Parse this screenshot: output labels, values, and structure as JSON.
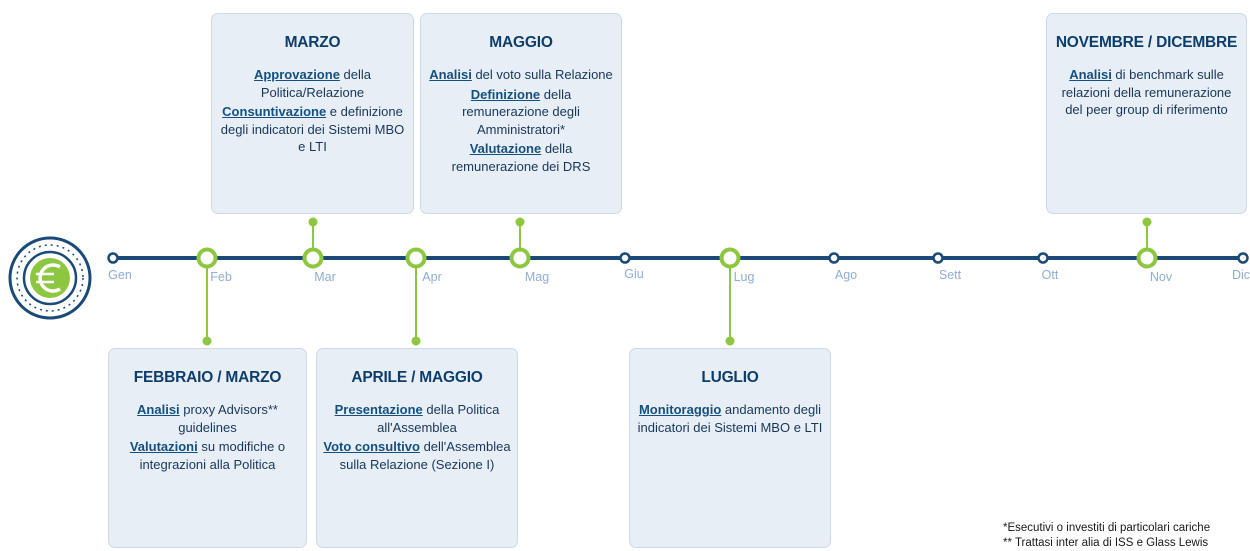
{
  "months": [
    "Gen",
    "Feb",
    "Mar",
    "Apr",
    "Mag",
    "Giu",
    "Lug",
    "Ago",
    "Sett",
    "Ott",
    "Nov",
    "Dic"
  ],
  "cards": {
    "marzo": {
      "title": "MARZO",
      "items": [
        {
          "kw": "Approvazione",
          "text": " della Politica/Relazione"
        },
        {
          "kw": "Consuntivazione",
          "text": " e definizione degli indicatori dei Sistemi MBO e LTI"
        }
      ]
    },
    "maggio": {
      "title": "MAGGIO",
      "items": [
        {
          "kw": "Analisi",
          "text": " del voto sulla Relazione"
        },
        {
          "kw": "Definizione",
          "text": " della remunerazione degli Amministratori*"
        },
        {
          "kw": "Valutazione",
          "text": " della remunerazione dei DRS"
        }
      ]
    },
    "novdic": {
      "title": "NOVEMBRE / DICEMBRE",
      "items": [
        {
          "kw": "Analisi",
          "text": " di benchmark sulle relazioni della remunerazione del peer group di riferimento"
        }
      ]
    },
    "febmar": {
      "title": "FEBBRAIO / MARZO",
      "items": [
        {
          "kw": "Analisi",
          "text": " proxy Advisors** guidelines"
        },
        {
          "kw": "Valutazioni",
          "text": " su modifiche o integrazioni alla Politica"
        }
      ]
    },
    "aprmag": {
      "title": "APRILE / MAGGIO",
      "items": [
        {
          "kw": "Presentazione",
          "text": " della Politica all'Assemblea"
        },
        {
          "kw": "Voto consultivo",
          "text": " dell'Assemblea sulla Relazione (Sezione I)"
        }
      ]
    },
    "luglio": {
      "title": "LUGLIO",
      "items": [
        {
          "kw": "Monitoraggio",
          "text": " andamento degli indicatori dei Sistemi MBO e LTI"
        }
      ]
    }
  },
  "footnotes": {
    "note1": "*Esecutivi o investiti di particolari cariche",
    "note2": "** Trattasi inter alia di ISS e Glass Lewis"
  },
  "icon": "euro-coin-icon",
  "colors": {
    "timeline": "#1b4a78",
    "accent": "#8dc63f",
    "card_bg": "#e8eef5",
    "month_label": "#8faed0",
    "title": "#0d3e6b"
  }
}
